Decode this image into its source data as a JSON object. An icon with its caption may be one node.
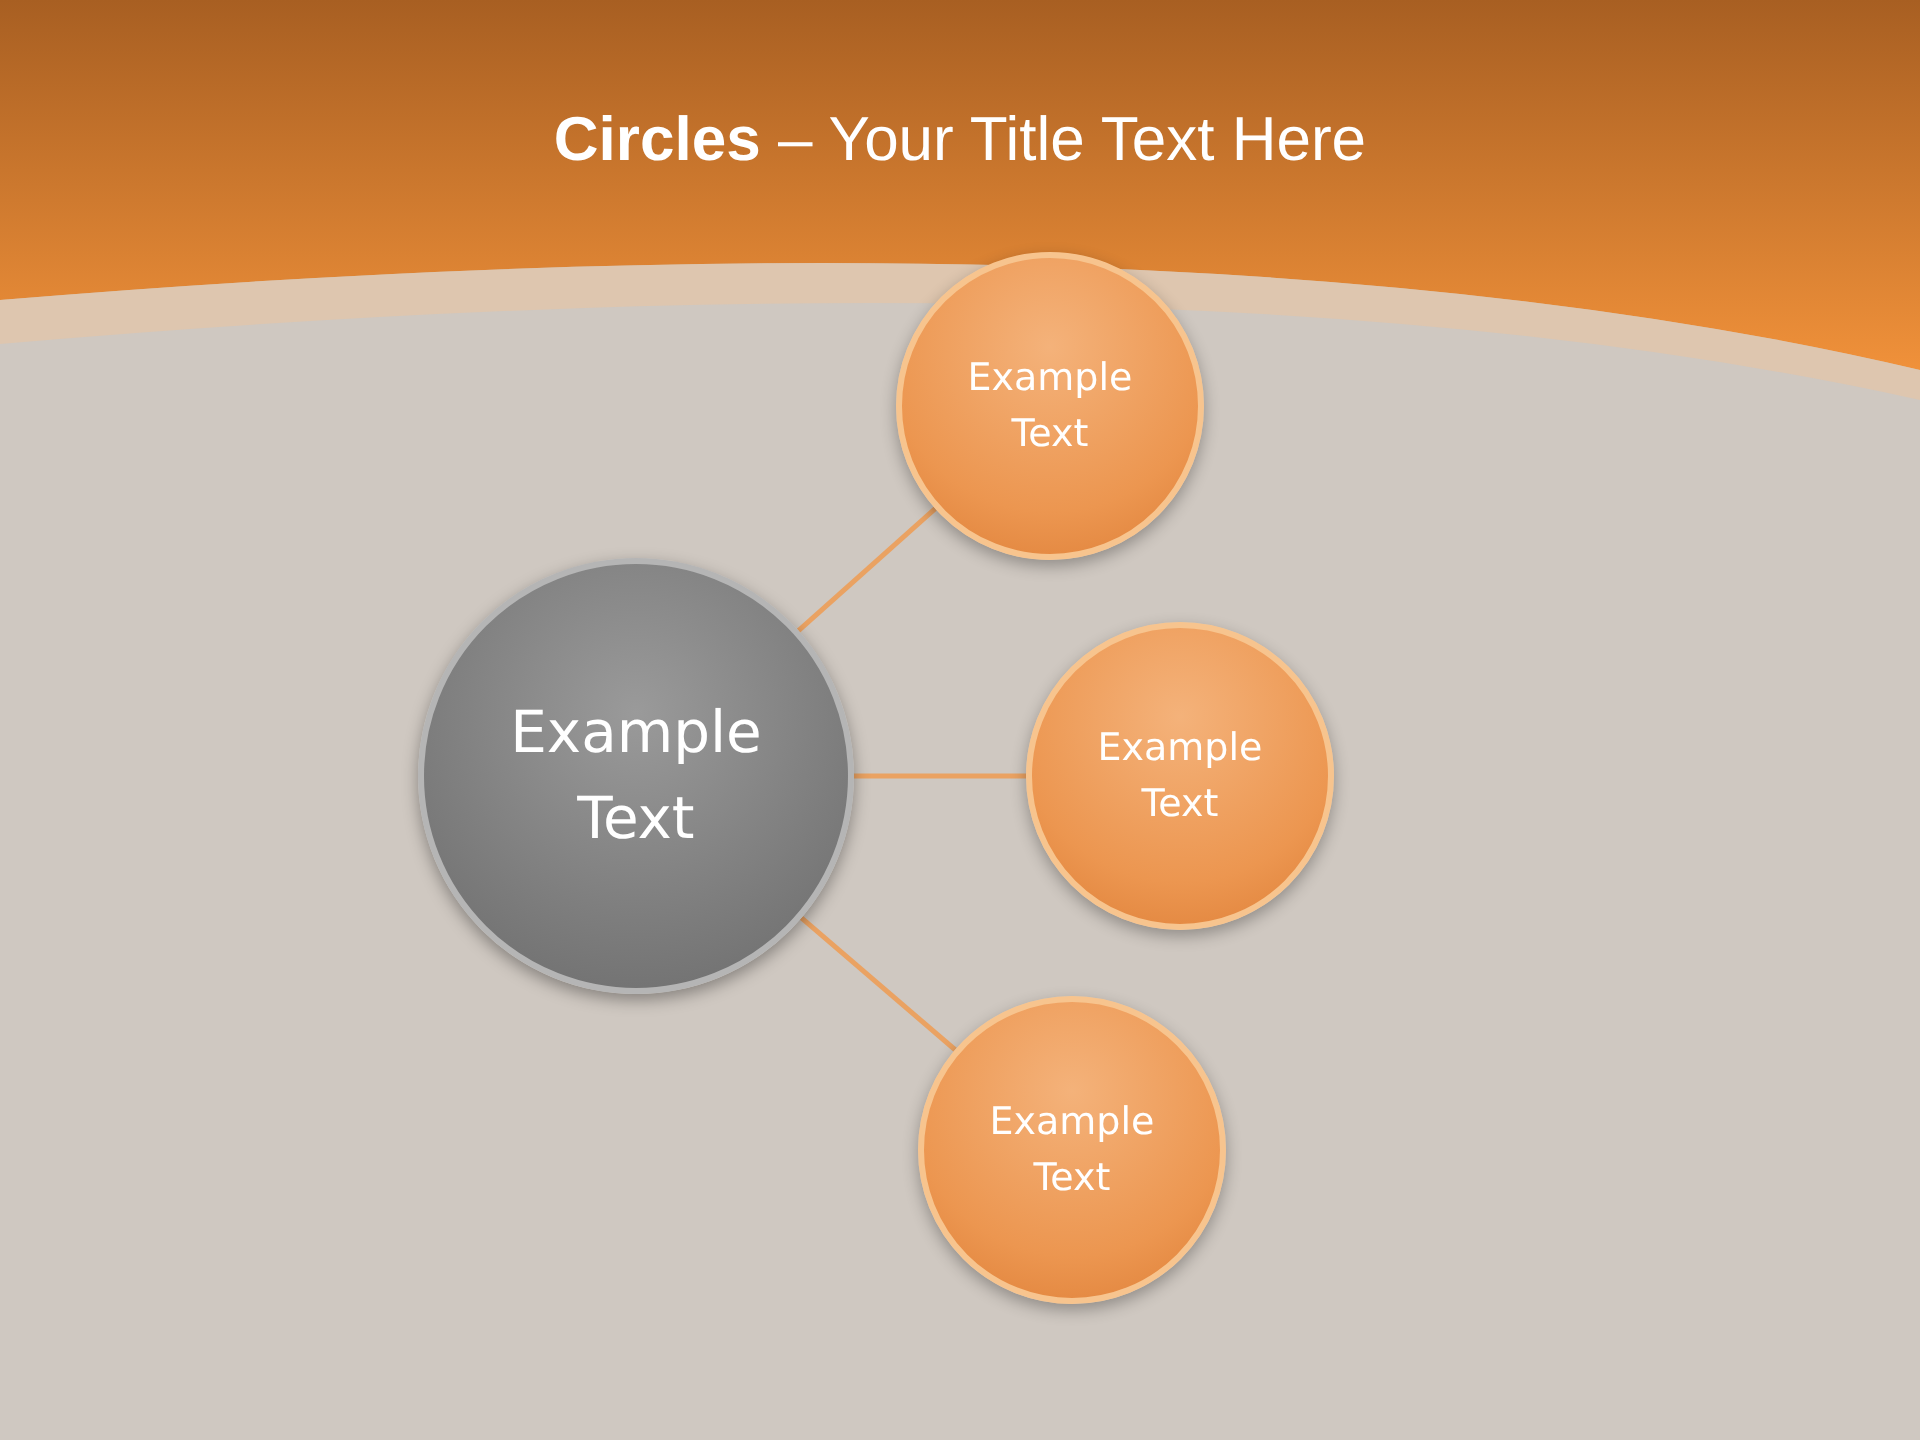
{
  "diagram": {
    "title": "**Circles** – Your Title Text Here",
    "nodes": [
      {
        "text": [
          "Example Text"
        ]
      },
      {
        "text": [
          "Example Text"
        ]
      },
      {
        "text": [
          "Example Text"
        ]
      },
      {
        "text": [
          "Example Text"
        ]
      }
    ],
    "edges": [
      {
        "from": 0,
        "to": 1,
        "arrow": "none"
      },
      {
        "from": 0,
        "to": 2,
        "arrow": "none"
      },
      {
        "from": 0,
        "to": 3,
        "arrow": "none"
      }
    ]
  }
}
